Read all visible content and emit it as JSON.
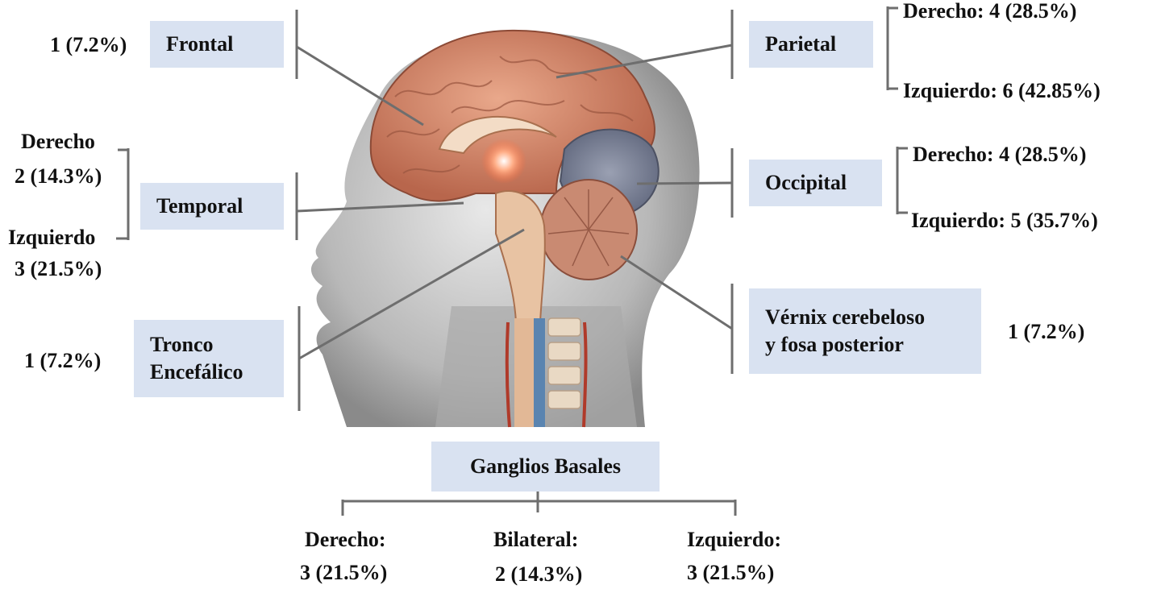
{
  "regions": {
    "frontal": {
      "name": "Frontal",
      "count": "1 (7.2%)"
    },
    "parietal": {
      "name": "Parietal",
      "right": "Derecho: 4 (28.5%)",
      "left": "Izquierdo: 6 (42.85%)"
    },
    "temporal": {
      "name": "Temporal",
      "right_label": "Derecho",
      "right_value": "2 (14.3%)",
      "left_label": "Izquierdo",
      "left_value": "3 (21.5%)"
    },
    "occipital": {
      "name": "Occipital",
      "right": "Derecho: 4 (28.5%)",
      "left": "Izquierdo: 5 (35.7%)"
    },
    "brainstem": {
      "name_line1": "Tronco",
      "name_line2": "Encefálico",
      "count": "1 (7.2%)"
    },
    "vermis": {
      "name_line1": "Vérnix cerebeloso",
      "name_line2": "y fosa posterior",
      "count": "1 (7.2%)"
    },
    "basal_ganglia": {
      "name": "Ganglios Basales",
      "right_label": "Derecho:",
      "right_value": "3 (21.5%)",
      "bilateral_label": "Bilateral:",
      "bilateral_value": "2 (14.3%)",
      "left_label": "Izquierdo:",
      "left_value": "3 (21.5%)"
    }
  },
  "colors": {
    "box_fill": "#d9e2f1",
    "connector": "#6e6e6e",
    "cerebrum": "#d98a6c",
    "occipital_lobe": "#7c8398",
    "cerebellum": "#c07a63",
    "brainstem": "#e0b08c",
    "head_skin": "#bfbfbf"
  }
}
